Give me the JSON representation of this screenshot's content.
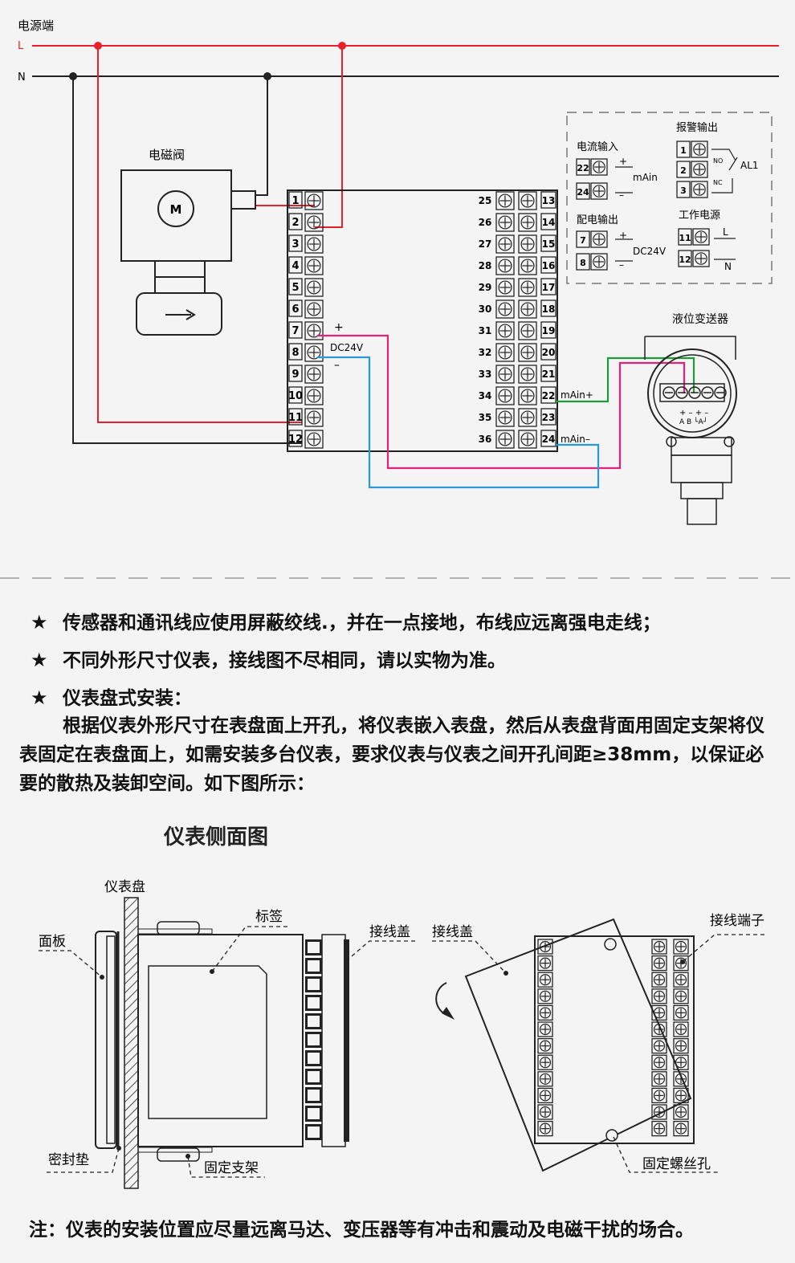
{
  "wiring": {
    "power_label": "电源端",
    "line_L": "L",
    "line_N": "N",
    "valve_label": "电磁阀",
    "motor_label": "M",
    "left_terminals": [
      "1",
      "2",
      "3",
      "4",
      "5",
      "6",
      "7",
      "8",
      "9",
      "10",
      "11",
      "12"
    ],
    "right_terminals_outer": [
      "25",
      "26",
      "27",
      "28",
      "29",
      "30",
      "31",
      "32",
      "33",
      "34",
      "35",
      "36"
    ],
    "right_terminals_inner": [
      "13",
      "14",
      "15",
      "16",
      "17",
      "18",
      "19",
      "20",
      "21",
      "22",
      "23",
      "24"
    ],
    "dc24v_plus": "+",
    "dc24v_label": "DC24V",
    "dc24v_minus": "–",
    "main_plus_label": "mAin+",
    "main_minus_label": "mAin–",
    "transmitter_label": "液位变送器",
    "transmitter_pins": "+ – + –",
    "transmitter_ab": "A  B  └A┘",
    "legend": {
      "current_input": {
        "title": "电流输入",
        "pins": [
          "22",
          "24"
        ],
        "plus": "+",
        "minus": "–",
        "label": "mAin"
      },
      "alarm_output": {
        "title": "报警输出",
        "pins": [
          "1",
          "2",
          "3"
        ],
        "no": "NO",
        "nc": "NC",
        "label": "AL1"
      },
      "power_output": {
        "title": "配电输出",
        "pins": [
          "7",
          "8"
        ],
        "plus": "+",
        "minus": "–",
        "label": "DC24V"
      },
      "work_power": {
        "title": "工作电源",
        "pins": [
          "11",
          "12"
        ],
        "l": "L",
        "n": "N"
      }
    }
  },
  "notes": [
    "传感器和通讯线应使用屏蔽绞线.，并在一点接地，布线应远离强电走线；",
    "不同外形尺寸仪表，接线图不尽相同，请以实物为准。",
    "仪表盘式安装："
  ],
  "star": "★",
  "install_paragraph": "根据仪表外形尺寸在表盘面上开孔，将仪表嵌入表盘，然后从表盘背面用固定支架将仪表固定在表盘面上，如需安装多台仪表，要求仪表与仪表之间开孔间距≥38mm，以保证必要的散热及装卸空间。如下图所示：",
  "side_view": {
    "title": "仪表侧面图",
    "panel_label": "仪表盘",
    "face_label": "面板",
    "tag_label": "标签",
    "cover_label_1": "接线盖",
    "cover_label_2": "接线盖",
    "terminal_label": "接线端子",
    "gasket_label": "密封垫",
    "bracket_label": "固定支架",
    "screw_label": "固定螺丝孔"
  },
  "footnote": "注：仪表的安装位置应尽量远离马达、变压器等有冲击和震动及电磁干扰的场合。",
  "colors": {
    "L_line": "#e8202a",
    "N_line": "#222222",
    "magenta": "#e0227a",
    "green": "#1f9a3a",
    "blue": "#2a9ad6"
  }
}
